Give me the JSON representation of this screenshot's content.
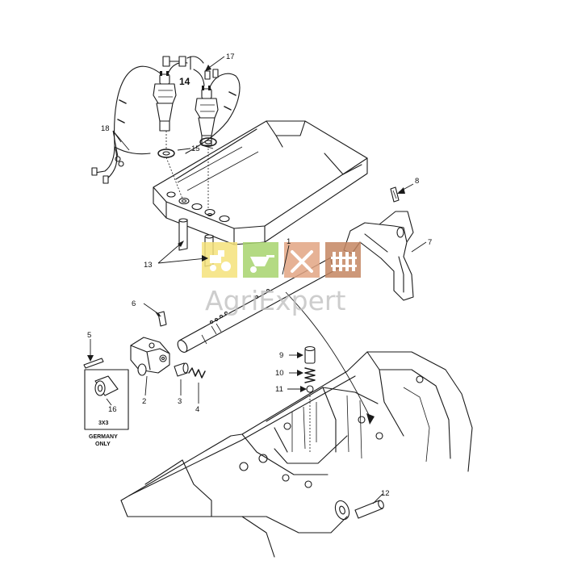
{
  "callouts": {
    "c1": "1",
    "c2": "2",
    "c3": "3",
    "c4": "4",
    "c5": "5",
    "c6": "6",
    "c7": "7",
    "c8": "8",
    "c9": "9",
    "c10": "10",
    "c11": "11",
    "c12": "12",
    "c13": "13",
    "c14": "14",
    "c15": "15",
    "c16": "16",
    "c17": "17",
    "c18": "18"
  },
  "notes": {
    "box_ratio": "3X3",
    "region_line1": "GERMANY",
    "region_line2": "ONLY"
  },
  "watermark": {
    "text": "AgriExpert",
    "tile_colors": [
      "#f5e27a",
      "#a7d36d",
      "#e2a583",
      "#c48662"
    ],
    "tile_icons": [
      "tractor-icon",
      "wheelbarrow-icon",
      "tools-icon",
      "fence-icon"
    ]
  }
}
